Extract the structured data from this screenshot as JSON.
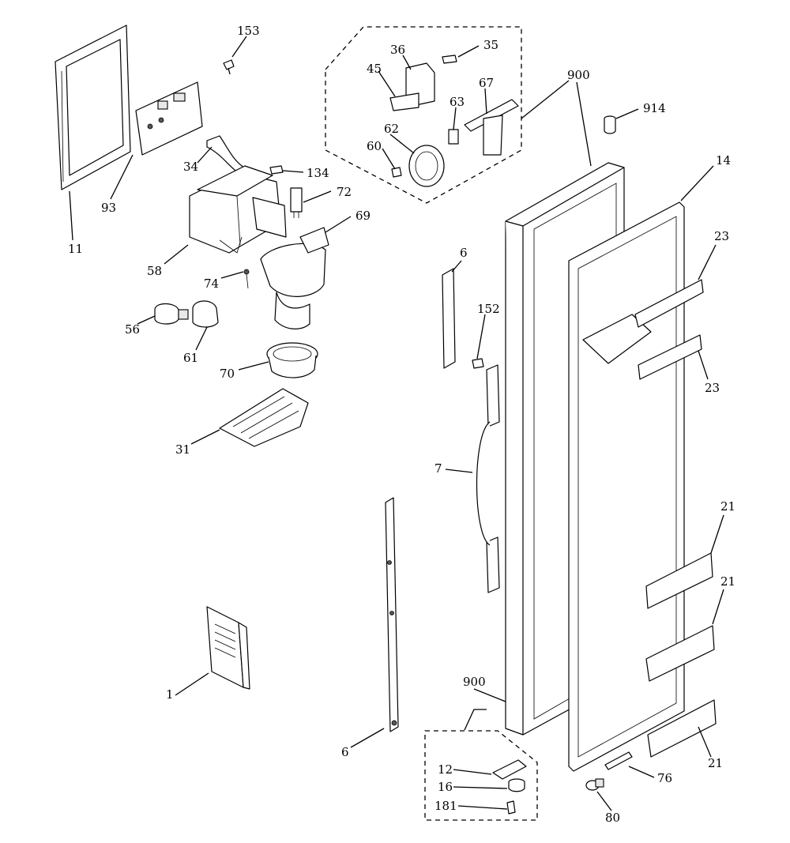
{
  "callouts": {
    "c153": "153",
    "c36": "36",
    "c35": "35",
    "c45": "45",
    "c67": "67",
    "c63": "63",
    "c62": "62",
    "c60": "60",
    "c900a": "900",
    "c914": "914",
    "c14": "14",
    "c34": "34",
    "c134": "134",
    "c72": "72",
    "c69": "69",
    "c93": "93",
    "c11": "11",
    "c58": "58",
    "c74": "74",
    "c56": "56",
    "c61": "61",
    "c70": "70",
    "c31": "31",
    "c6a": "6",
    "c152": "152",
    "c7": "7",
    "c23a": "23",
    "c23b": "23",
    "c21a": "21",
    "c21b": "21",
    "c21c": "21",
    "c1": "1",
    "c6b": "6",
    "c900b": "900",
    "c12": "12",
    "c16": "16",
    "c181": "181",
    "c76": "76",
    "c80": "80"
  }
}
